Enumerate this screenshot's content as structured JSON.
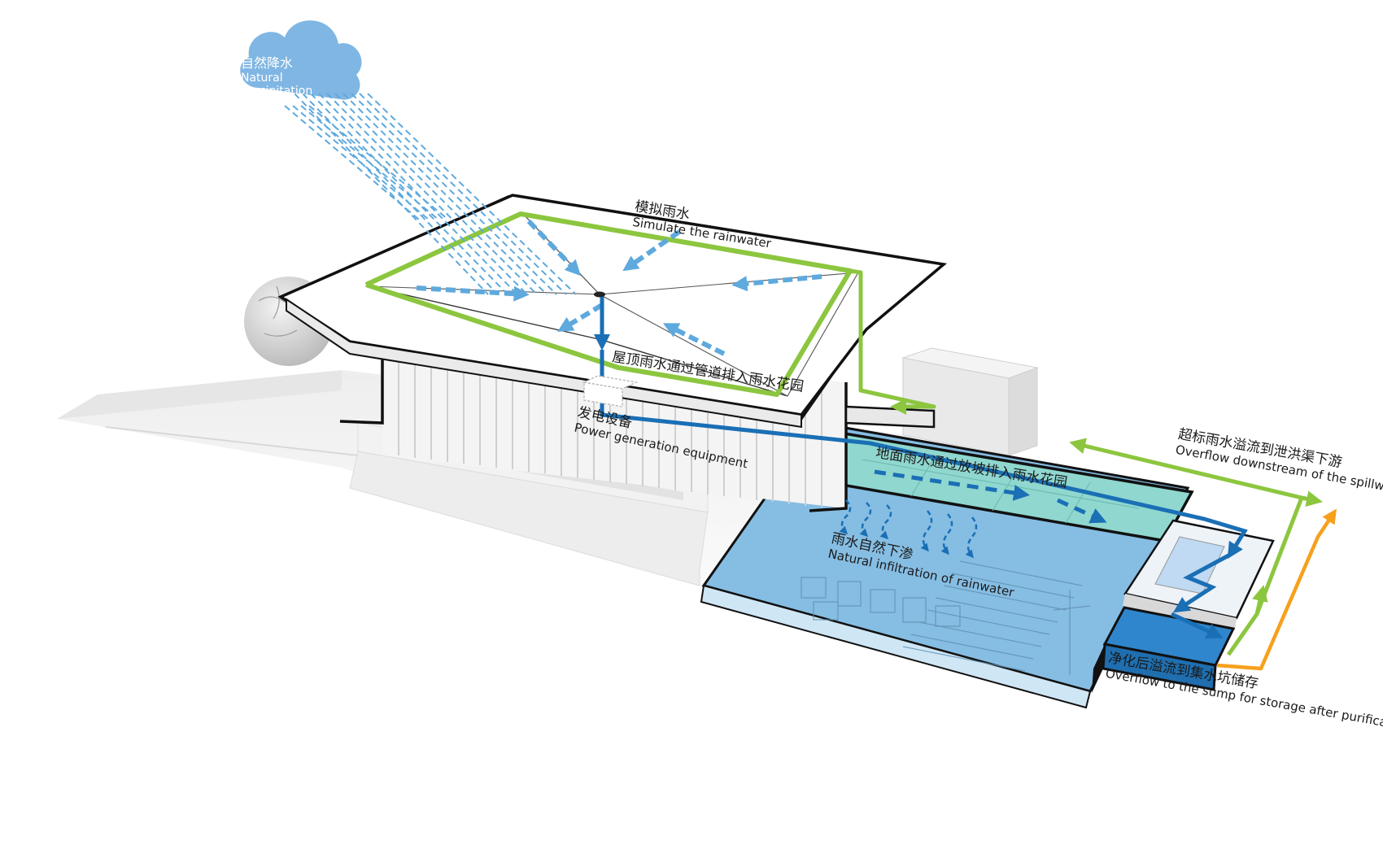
{
  "labels": {
    "precipitation": {
      "cn": "自然降水",
      "en": "Natural precipitation"
    },
    "simulate": {
      "cn": "模拟雨水",
      "en": "Simulate the rainwater"
    },
    "roof_drain": {
      "cn": "屋顶雨水通过管道排入雨水花园"
    },
    "power": {
      "cn": "发电设备",
      "en": "Power generation equipment"
    },
    "ground_drain": {
      "cn": "地面雨水通过放坡排入雨水花园"
    },
    "infiltration": {
      "cn": "雨水自然下渗",
      "en": "Natural infiltration of rainwater"
    },
    "overflow_spillway": {
      "cn": "超标雨水溢流到泄洪渠下游",
      "en": "Overflow downstream of the spillway"
    },
    "overflow_sump": {
      "cn": "净化后溢流到集水坑储存",
      "en": "Overflow to the sump for storage after purification"
    }
  },
  "colors": {
    "green_flow": "#8cc63f",
    "blue_flow": "#1a6fb5",
    "light_blue_arrow": "#5ea9dd",
    "orange_flow": "#f7a01c",
    "cloud": "#7fb6e3",
    "garden_water": "#86bde3",
    "teal_basin": "#8fd7cf",
    "sump": "#2f86cc"
  },
  "icons": [
    "cloud-icon",
    "rain-lines",
    "globe-sculpture"
  ]
}
